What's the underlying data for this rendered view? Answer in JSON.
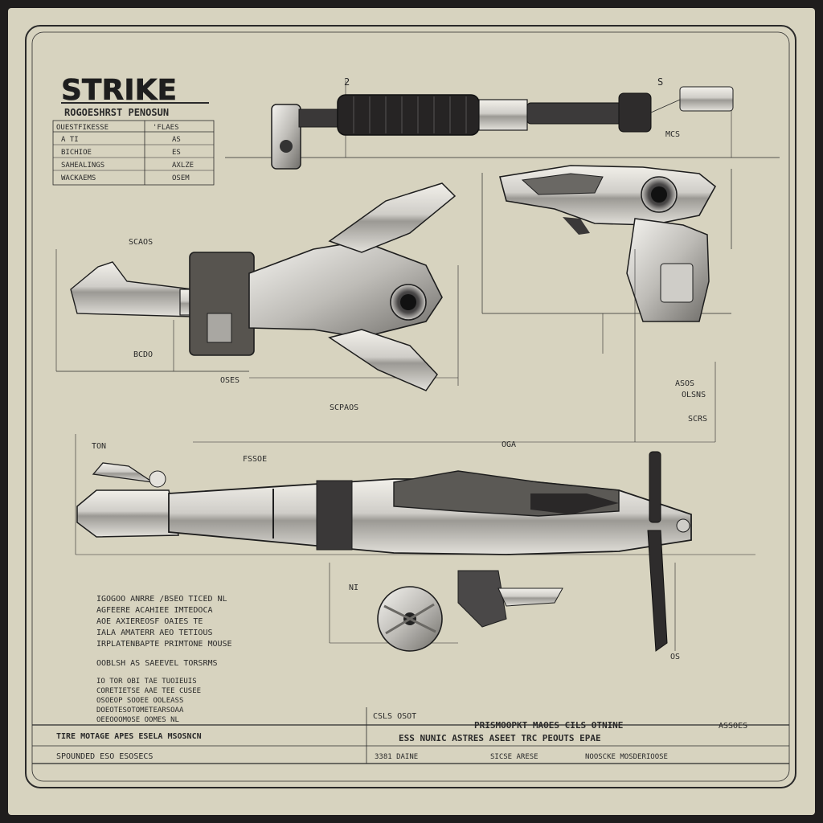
{
  "title": {
    "main": "STRIKE",
    "subtitle": "ROGOESHRST PENOSUN"
  },
  "spec_table": {
    "header": [
      "OUESTFIKESSE",
      "'FLAES"
    ],
    "rows": [
      [
        "A TI",
        "AS"
      ],
      [
        "BICHIOE",
        "ES"
      ],
      [
        "SAHEALINGS",
        "AXLZE"
      ],
      [
        "WACKAEMS",
        "OSEM"
      ]
    ]
  },
  "notes_block_1": [
    "IGOGOO ANRRE /BSEO TICED NL",
    "AGFEERE ACAHIEE IMTEDOCA",
    "AOE AXIEREOSF OAIES TE",
    "IALA AMATERR AEO TETIOUS",
    "IRPLATENBAPTE PRIMTONE MOUSE"
  ],
  "notes_block_2": "OOBLSH AS SAEEVEL TORSRMS",
  "notes_block_3": [
    "IO TOR OBI TAE TUOIEUIS",
    "CORETIETSE AAE TEE CUSEE",
    "OSOEOP SOOEE OOLEASS",
    "DOEOTESOTOMETEARSOAA",
    "OEEOOOMOSE OOMES NL"
  ],
  "dimension_labels": {
    "top_a": "2",
    "top_b": "S",
    "mid_left": "SCAOS",
    "mid_left2": "BCDO",
    "center_a": "OSES",
    "center_b": "SCPAOS",
    "right_a": "ASOS",
    "right_b": "OLSNS",
    "right_c": "SCRS",
    "right_d": "MCS",
    "bottom_a": "OGA",
    "bottom_b": "TON",
    "bottom_c": "FSSOE",
    "bottom_d": "NI",
    "bottom_e": "OS"
  },
  "footer": {
    "row1_left": "TIRE MOTAGE APES ESELA MSOSNCN",
    "row1_mid": "CSLS OSOT",
    "row1_right": "PRISMOOPKT MAOES CILS OTNINE",
    "row1_far": "ASSOES",
    "row2_left": "ESS NUNIC ASTRES ASEET TRC PEOUTS EPAE",
    "row3_left": "SPOUNDED ESO ESOSECS",
    "row3_mid": "3381 DAINE",
    "row3_right": "SICSE ARESE",
    "row3_far": "NOOSCKE MOSDERIOOSE"
  },
  "colors": {
    "paper": "#d7d3bf",
    "ink": "#2a2a2a",
    "metal_light": "#e9e7e2",
    "metal_mid": "#b9b7b2",
    "metal_dark": "#4a4848",
    "grip": "#262424"
  }
}
